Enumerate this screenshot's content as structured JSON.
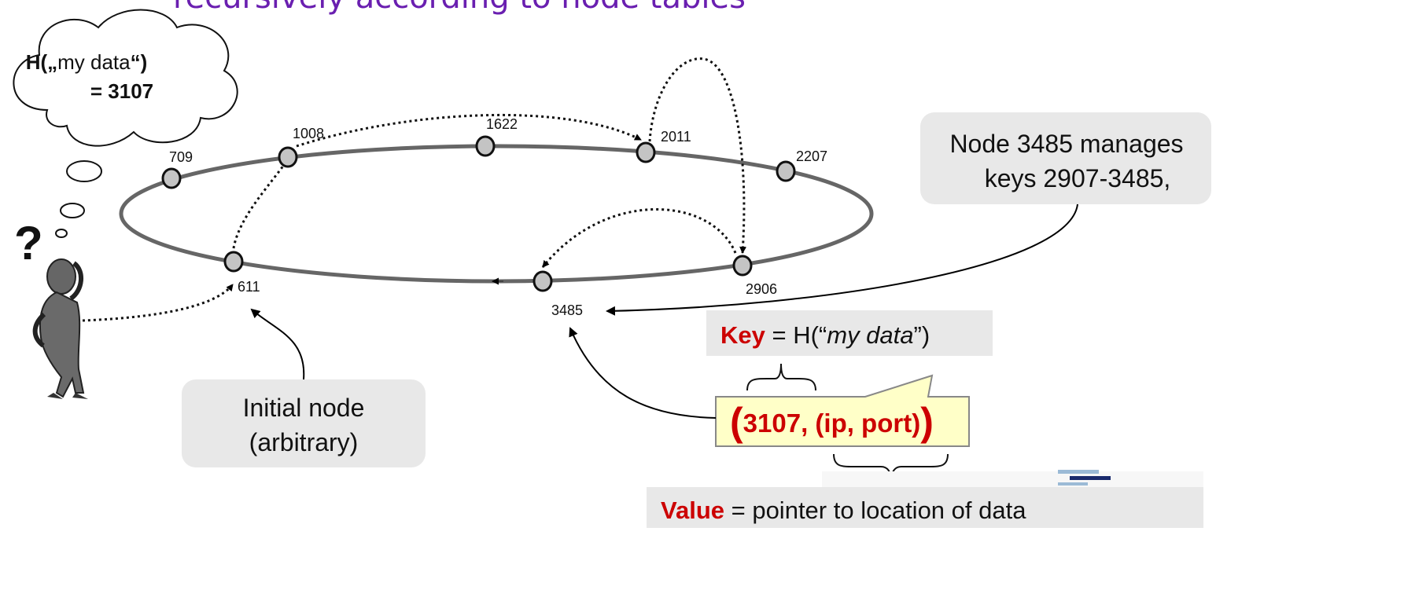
{
  "title_fragment": "recursively according to node tables",
  "thought": {
    "line1_prefix": "H(„",
    "line1_mid": "my data",
    "line1_suffix": "“)",
    "line2": "= 3107"
  },
  "question_mark": "?",
  "ring_nodes": [
    {
      "id": "709"
    },
    {
      "id": "1008"
    },
    {
      "id": "1622"
    },
    {
      "id": "2011"
    },
    {
      "id": "2207"
    },
    {
      "id": "2906"
    },
    {
      "id": "3485"
    },
    {
      "id": "611"
    }
  ],
  "callouts": {
    "manager_line1": "Node 3485 manages",
    "manager_line2": "keys 2907-3485,",
    "initial_line1": "Initial node",
    "initial_line2": "(arbitrary)"
  },
  "key_box": {
    "key_word": "Key",
    "equals": " = H(“",
    "italic": "my data",
    "close": "”)"
  },
  "pair": {
    "open": "(",
    "text": "3107, (ip, port)",
    "close": ")"
  },
  "value_box": {
    "value_word": "Value",
    "rest": " = pointer to location of data"
  },
  "colors": {
    "ring": "#666666",
    "node_fill": "#c4c4c4",
    "accent_red": "#cc0000",
    "title_purple": "#6a1fb0",
    "box_gray": "#e8e8e8",
    "pair_yellow": "#ffffc8"
  }
}
